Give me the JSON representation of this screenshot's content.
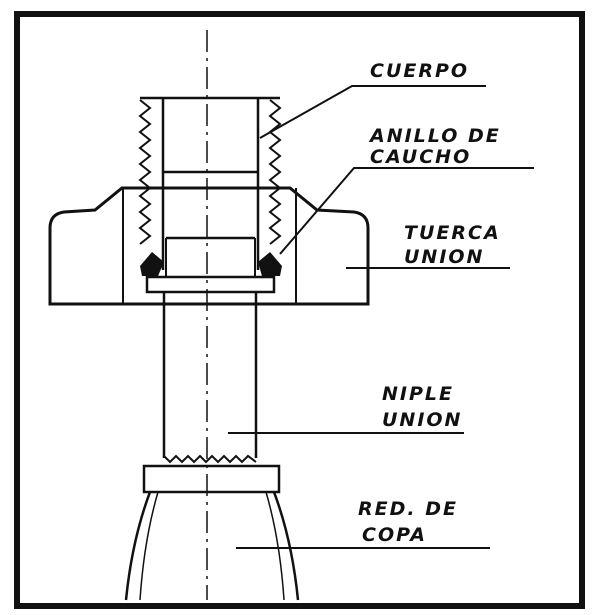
{
  "labels": {
    "cuerpo": "CUERPO",
    "anillo_line1": "ANILLO DE",
    "anillo_line2": "CAUCHO",
    "tuerca_line1": "TUERCA",
    "tuerca_line2": "UNION",
    "niple_line1": "NIPLE",
    "niple_line2": "UNION",
    "red_line1": "RED. DE",
    "red_line2": "COPA"
  },
  "colors": {
    "ink": "#111111",
    "paper": "#ffffff"
  }
}
